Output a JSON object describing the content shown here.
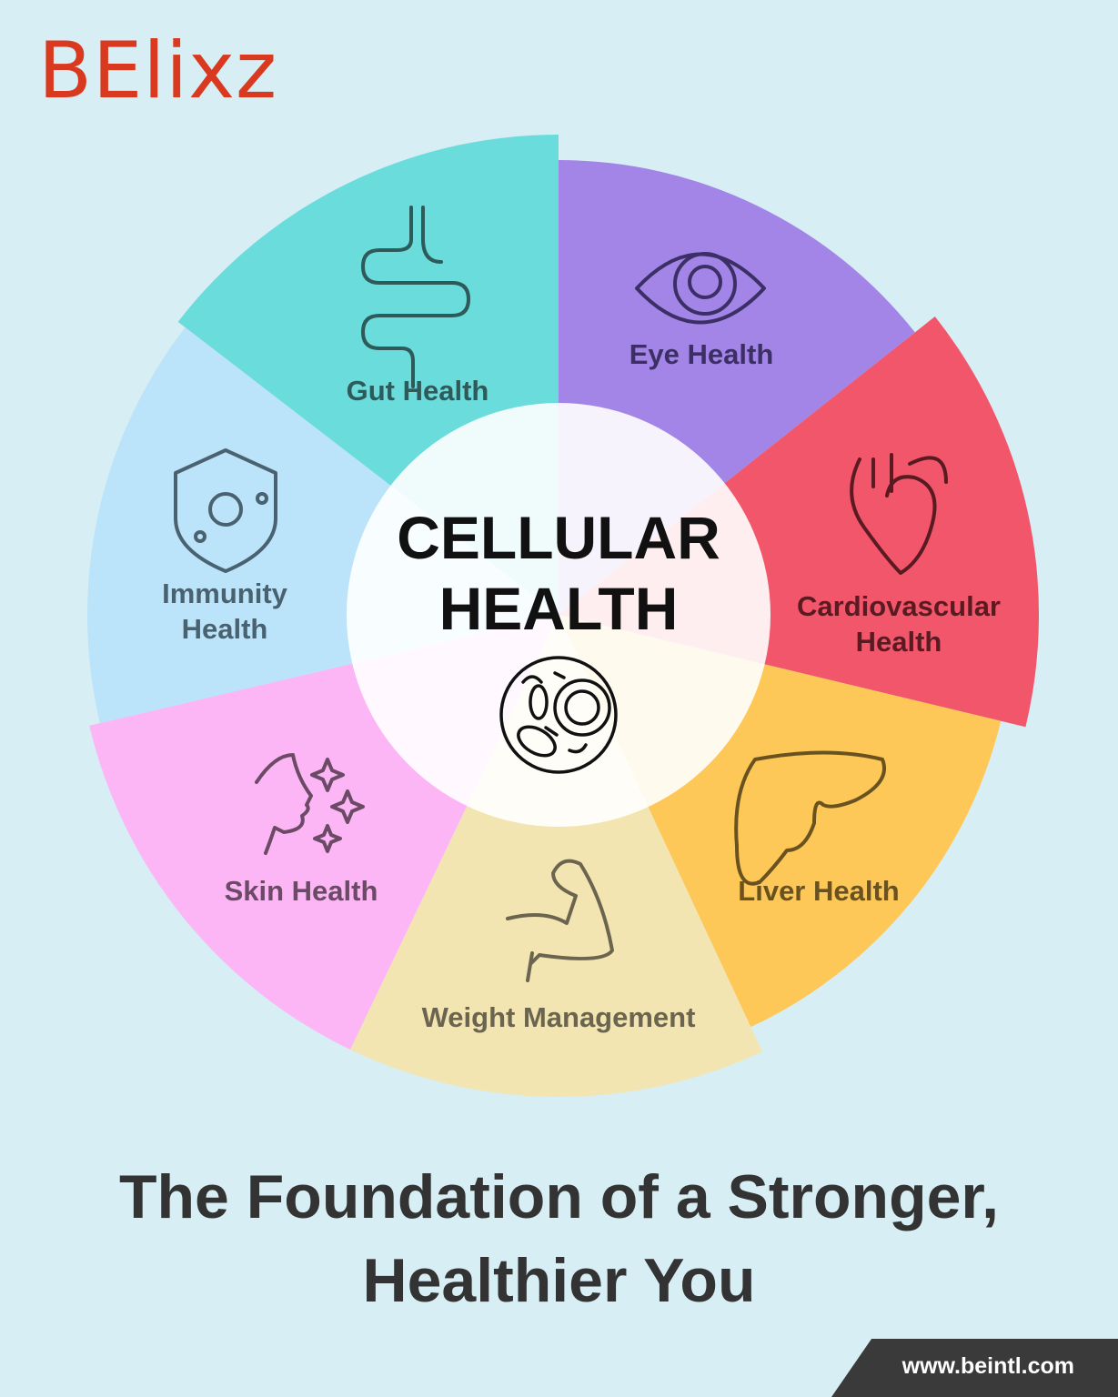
{
  "brand": {
    "logo_text": "BElixz"
  },
  "center": {
    "title_line1": "CELLULAR",
    "title_line2": "HEALTH",
    "icon": "cell-icon"
  },
  "segments": [
    {
      "label": "Gut Health",
      "icon": "intestine-icon",
      "color": "#6adcdc",
      "text_color": "#2f5a5a"
    },
    {
      "label": "Eye Health",
      "icon": "eye-icon",
      "color": "#a385e8",
      "text_color": "#3b2f66"
    },
    {
      "label_line1": "Cardiovascular",
      "label_line2": "Health",
      "icon": "heart-icon",
      "color": "#f2566b",
      "text_color": "#5a1a22"
    },
    {
      "label": "Liver Health",
      "icon": "liver-icon",
      "color": "#fdc857",
      "text_color": "#6a5220"
    },
    {
      "label": "Weight Management",
      "icon": "muscle-arm-icon",
      "color": "#f3e5b2",
      "text_color": "#6b6550"
    },
    {
      "label": "Skin Health",
      "icon": "face-sparkle-icon",
      "color": "#fdb6f5",
      "text_color": "#6b4a66"
    },
    {
      "label_line1": "Immunity",
      "label_line2": "Health",
      "icon": "shield-virus-icon",
      "color": "#bbe3f9",
      "text_color": "#4a6270"
    }
  ],
  "tagline": {
    "line1": "The Foundation of a Stronger,",
    "line2": "Healthier You"
  },
  "footer": {
    "url": "www.beintl.com"
  }
}
